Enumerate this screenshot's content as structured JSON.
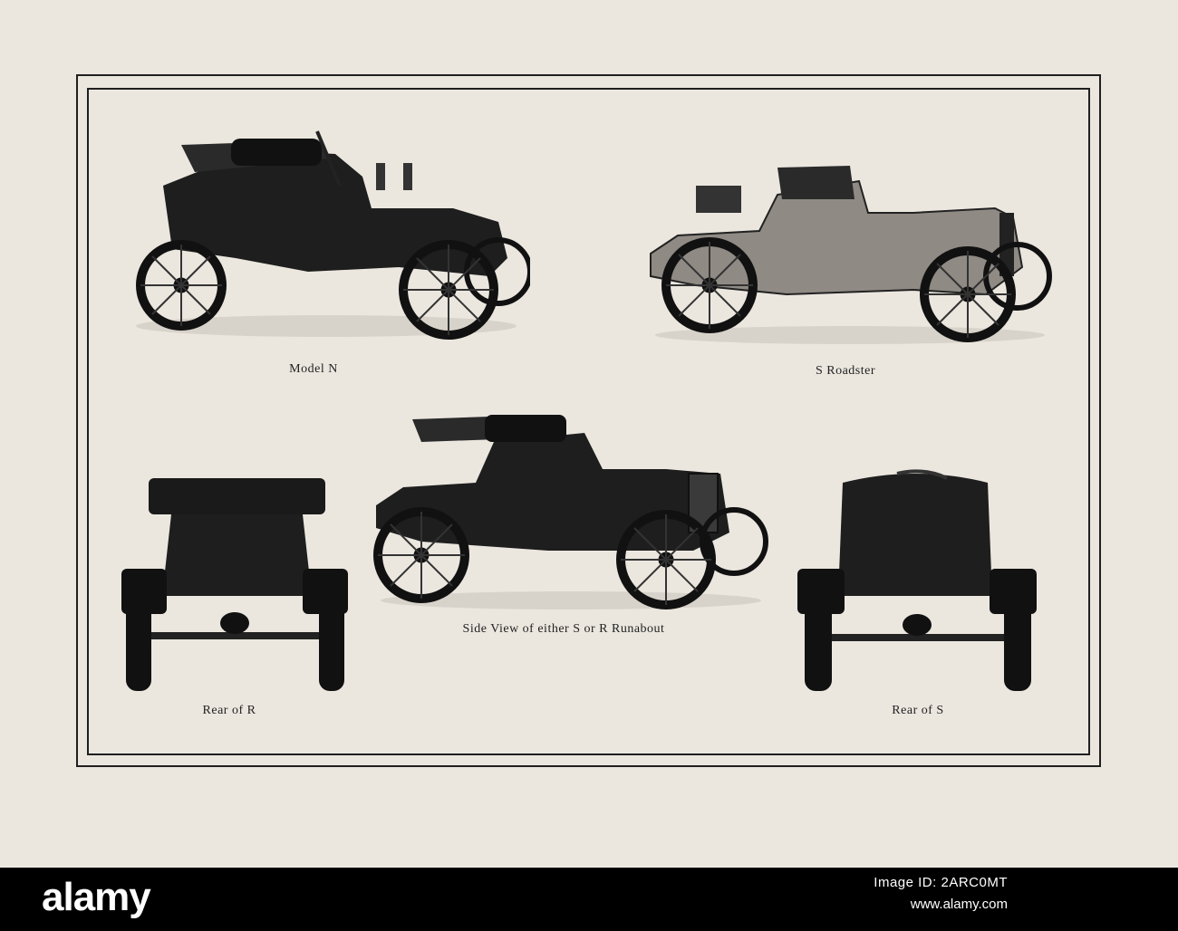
{
  "captions": {
    "model_n": "Model N",
    "s_roadster": "S Roadster",
    "side_view": "Side View of either S or R Runabout",
    "rear_r": "Rear of R",
    "rear_s": "Rear of S"
  },
  "watermark": {
    "logo": "alamy",
    "image_id": "Image ID: 2ARC0MT",
    "url": "www.alamy.com"
  },
  "colors": {
    "paper": "#ebe7df",
    "ink": "#1f1f1f",
    "banner": "#000000"
  }
}
